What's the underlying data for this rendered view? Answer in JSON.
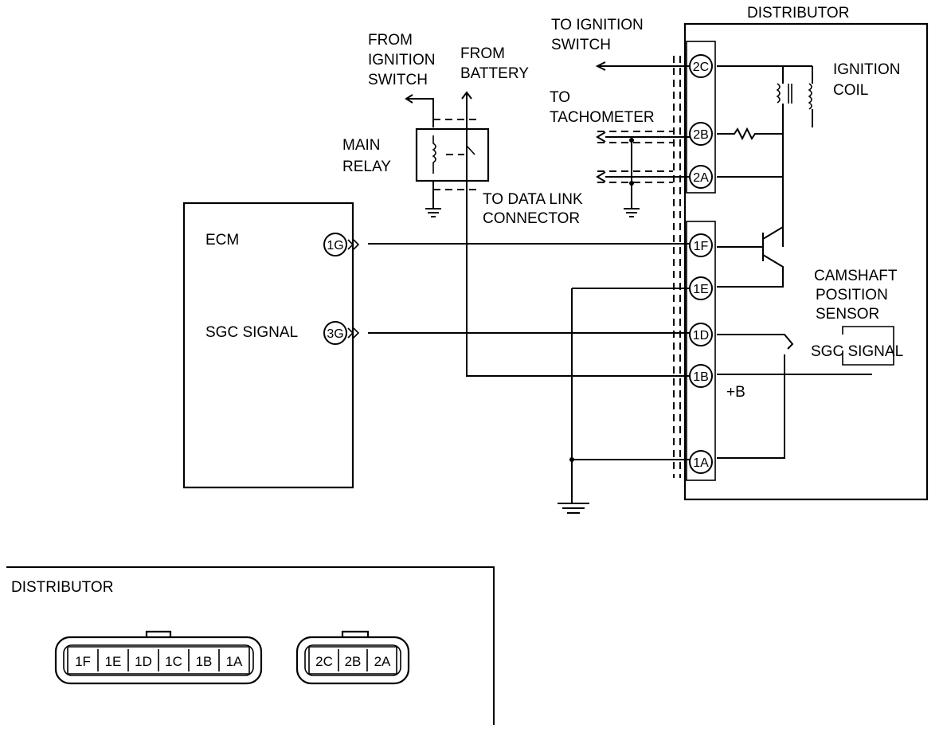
{
  "labels": {
    "distributor_title": "DISTRIBUTOR",
    "to_ignition_switch_1": "TO IGNITION",
    "to_ignition_switch_2": "SWITCH",
    "ignition_coil_1": "IGNITION",
    "ignition_coil_2": "COIL",
    "from_ignition_switch_1": "FROM",
    "from_ignition_switch_2": "IGNITION",
    "from_ignition_switch_3": "SWITCH",
    "from_battery_1": "FROM",
    "from_battery_2": "BATTERY",
    "to_tachometer_1": "TO",
    "to_tachometer_2": "TACHOMETER",
    "main_relay_1": "MAIN",
    "main_relay_2": "RELAY",
    "to_data_link_1": "TO DATA LINK",
    "to_data_link_2": "CONNECTOR",
    "ecm": "ECM",
    "sgc_signal_ecm": "SGC SIGNAL",
    "camshaft_1": "CAMSHAFT",
    "camshaft_2": "POSITION",
    "camshaft_3": "SENSOR",
    "sgc_signal_sensor": "SGC SIGNAL",
    "plus_b": "+B",
    "connector_panel_title": "DISTRIBUTOR"
  },
  "ecm_pins": {
    "p1g": "1G",
    "p3g": "3G"
  },
  "distributor_pins": {
    "p2c": "2C",
    "p2b": "2B",
    "p2a": "2A",
    "p1f": "1F",
    "p1e": "1E",
    "p1d": "1D",
    "p1b": "1B",
    "p1a": "1A"
  },
  "connector_large": [
    "1F",
    "1E",
    "1D",
    "1C",
    "1B",
    "1A"
  ],
  "connector_small": [
    "2C",
    "2B",
    "2A"
  ]
}
